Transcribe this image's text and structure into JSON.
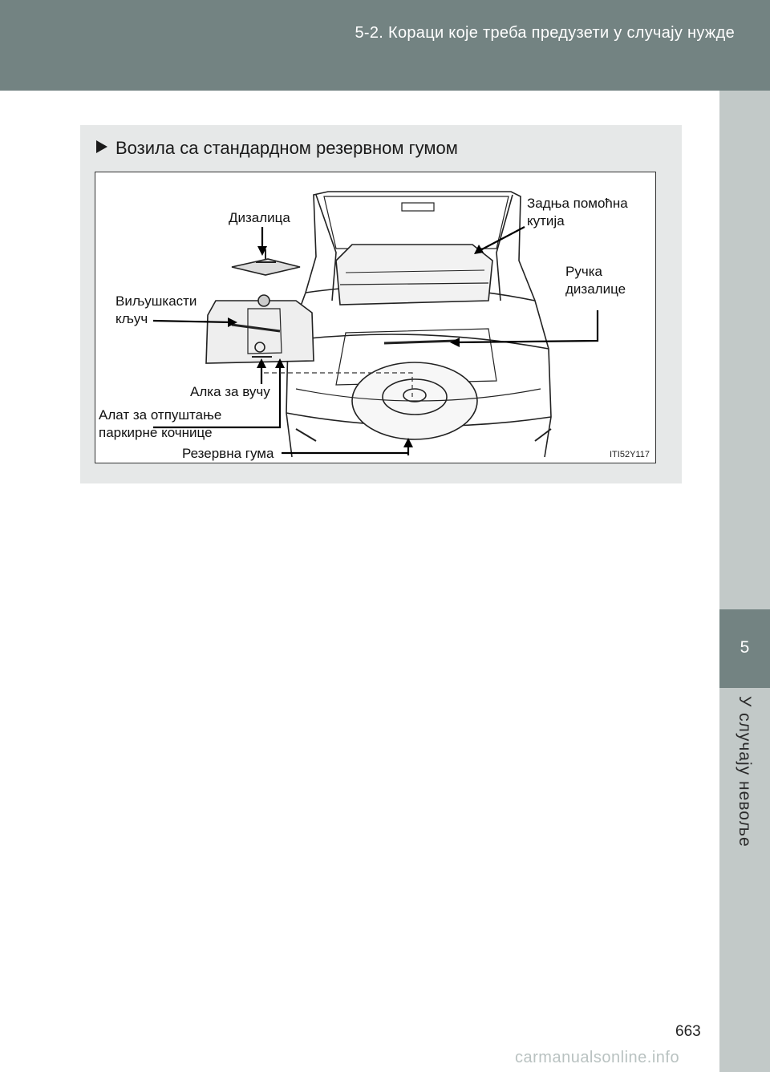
{
  "header": {
    "section_title": "5-2. Кораци које треба предузети у случају нужде"
  },
  "sidebar": {
    "chapter_number": "5",
    "chapter_title": "У случају невоље"
  },
  "section": {
    "title": "Возила са стандардном резервном гумом"
  },
  "figure": {
    "code": "ITI52Y117",
    "labels": {
      "jack": "Дизалица",
      "rear_aux_box": "Задња помоћна\nкутија",
      "jack_handle": "Ручка\nдизалице",
      "wheel_nut_wrench": "Виљушкасти\nкључ",
      "towing_eyelet": "Алка за вучу",
      "parking_brake_release_tool": "Алат за отпуштање\nпаркирне кочнице",
      "spare_tire": "Резервна гума"
    }
  },
  "footer": {
    "page_number": "663",
    "watermark": "carmanualsonline.info"
  }
}
